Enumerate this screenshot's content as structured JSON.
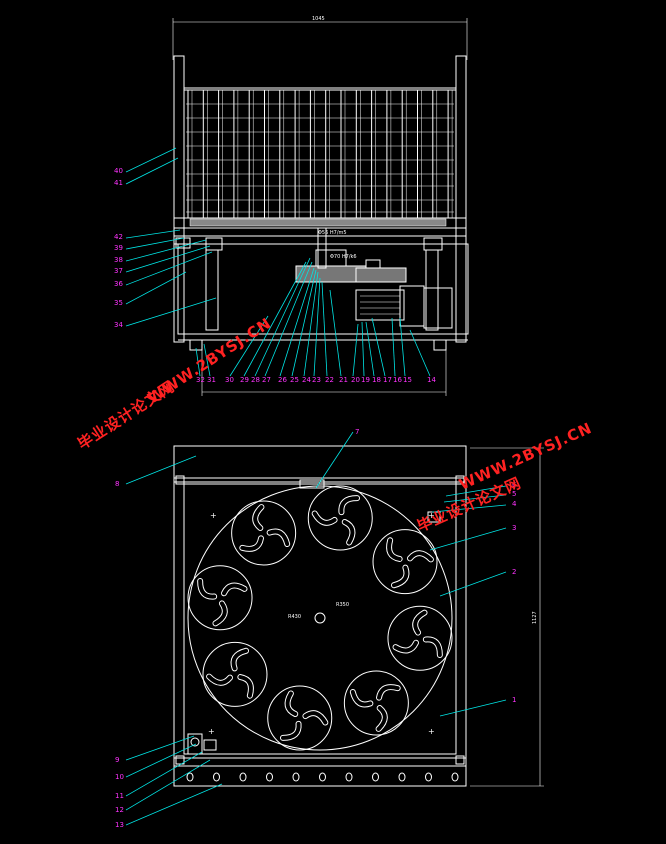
{
  "drawing": {
    "top_dims": {
      "width": "1045",
      "shaft": "Φ56 H7/m5",
      "hub": "Φ70 H7/k6"
    },
    "plan_dims": {
      "height": "1127",
      "pitch_r": "R430",
      "inner_r": "R350"
    }
  },
  "watermarks": [
    {
      "text": "WWW.2BYSJ.CN"
    },
    {
      "text": "毕业设计论文网"
    },
    {
      "text": "WWW.2BYSJ.CN"
    },
    {
      "text": "毕业设计论文网"
    }
  ],
  "labels": {
    "l40": "40",
    "l41": "41",
    "l42": "42",
    "l39": "39",
    "l38": "38",
    "l37": "37",
    "l36": "36",
    "l35": "35",
    "l34": "34",
    "b32": "32",
    "b31": "31",
    "b30": "30",
    "b29": "29",
    "b28": "28",
    "b27": "27",
    "b26": "26",
    "b25": "25",
    "b24": "24",
    "b23": "23",
    "b22": "22",
    "b21": "21",
    "b20": "20",
    "b19": "19",
    "b18": "18",
    "b17": "17",
    "b16": "16",
    "b15": "15",
    "b14": "14",
    "p7": "7",
    "p8": "8",
    "p6": "6",
    "p5": "5",
    "p4": "4",
    "p3": "3",
    "p2": "2",
    "p1": "1",
    "p9": "9",
    "p10": "10",
    "p11": "11",
    "p12": "12",
    "p13": "13"
  },
  "colors": {
    "leader": "#00e5e5",
    "label": "#ff33ff",
    "line": "#ffffff",
    "watermark": "#ff2222"
  }
}
